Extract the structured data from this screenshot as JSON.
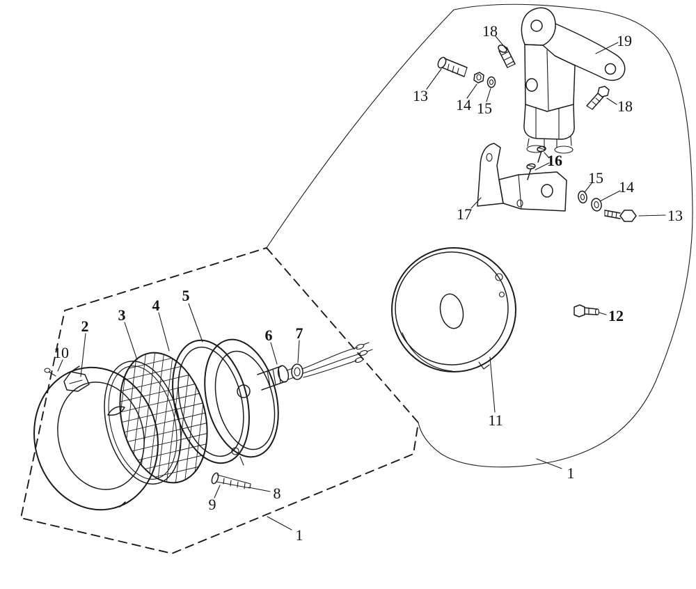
{
  "meta": {
    "description": "Exploded parts diagram of a headlight assembly with numbered callouts",
    "background_color": "#ffffff",
    "ink_color": "#1b1b1b"
  },
  "labels": {
    "l1a": "1",
    "l1b": "1",
    "l2": "2",
    "l3": "3",
    "l4": "4",
    "l5": "5",
    "l6": "6",
    "l7": "7",
    "l8": "8",
    "l9": "9",
    "l10": "10",
    "l11": "11",
    "l12": "12",
    "l13a": "13",
    "l13b": "13",
    "l14a": "14",
    "l14b": "14",
    "l15a": "15",
    "l15b": "15",
    "l16": "16",
    "l17": "17",
    "l18a": "18",
    "l18b": "18",
    "l19": "19"
  }
}
